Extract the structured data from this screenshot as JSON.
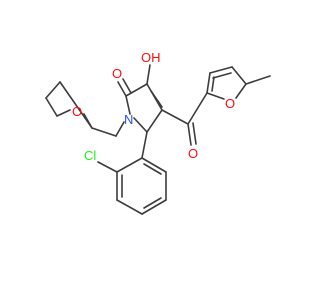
{
  "colors": {
    "background": "#ffffff",
    "bond": "#3c3c3c",
    "oxygen": "#ff0d0d",
    "nitrogen": "#3050f8",
    "chlorine": "#1ff01f"
  },
  "labels": {
    "hydroxyl": "OH",
    "lactam_oxygen": "O",
    "ketone_oxygen": "O",
    "furan_oxygen": "O",
    "thf_oxygen": "O",
    "ring_nitrogen": "N",
    "chlorine": "Cl"
  }
}
